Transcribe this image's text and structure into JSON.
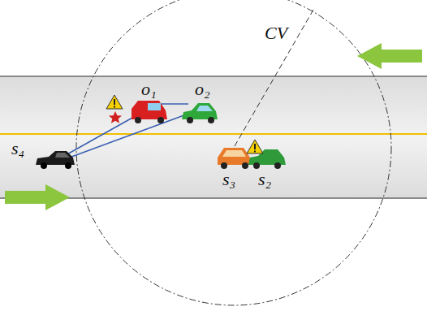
{
  "diagram": {
    "labels": [
      "o₁",
      "o₂",
      "CV",
      "s₄",
      "s₃",
      "s₂"
    ]
  }
}
